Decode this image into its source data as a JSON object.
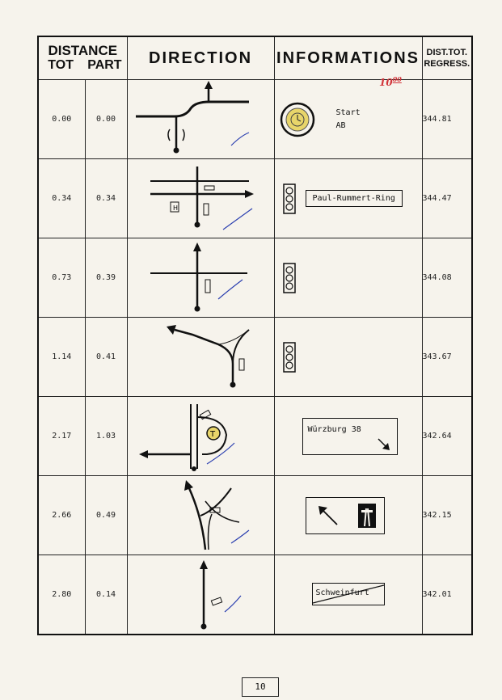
{
  "header": {
    "distance": "DISTANCE",
    "tot": "TOT",
    "part": "PART",
    "direction": "DIRECTION",
    "informations": "INFORMATIONS",
    "dist_tot": "DIST.TOT.",
    "regress": "REGRESS."
  },
  "rows": [
    {
      "tot": "0.00",
      "part": "0.00",
      "regress": "344.81",
      "info_lines": [
        "Start",
        "AB"
      ]
    },
    {
      "tot": "0.34",
      "part": "0.34",
      "regress": "344.47",
      "info_lines": [
        "Paul-Rummert-Ring"
      ]
    },
    {
      "tot": "0.73",
      "part": "0.39",
      "regress": "344.08",
      "info_lines": []
    },
    {
      "tot": "1.14",
      "part": "0.41",
      "regress": "343.67",
      "info_lines": []
    },
    {
      "tot": "2.17",
      "part": "1.03",
      "regress": "342.64",
      "info_lines": [
        "Würzburg 38"
      ]
    },
    {
      "tot": "2.66",
      "part": "0.49",
      "regress": "342.15",
      "info_lines": []
    },
    {
      "tot": "2.80",
      "part": "0.14",
      "regress": "342.01",
      "info_lines": [
        "Schweinfurt"
      ]
    }
  ],
  "handwritten_time": "10",
  "handwritten_minutes": "00",
  "page_number": "10",
  "colors": {
    "ink": "#111111",
    "pen_blue": "#2b3fb0",
    "pen_red": "#d2343a",
    "paper": "#f6f3ec",
    "clock_yellow": "#e8d56a"
  }
}
